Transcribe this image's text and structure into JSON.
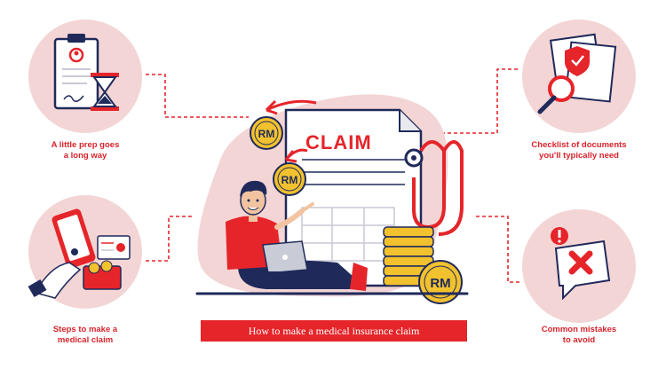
{
  "center_banner": "How to make a medical insurance claim",
  "claim_form": {
    "heading": "CLAIM"
  },
  "coin_label": "RM",
  "topics": [
    {
      "lines": [
        "A little prep goes",
        "a long way"
      ]
    },
    {
      "lines": [
        "Checklist of documents",
        "you'll typically need"
      ]
    },
    {
      "lines": [
        "Steps to make a",
        "medical claim"
      ]
    },
    {
      "lines": [
        "Common mistakes",
        "to avoid"
      ]
    }
  ],
  "colors": {
    "accent_red": "#e5252a",
    "blush_pink": "#f3d5d5",
    "navy": "#1f2a5a",
    "coin_gold": "#f2c12e"
  }
}
